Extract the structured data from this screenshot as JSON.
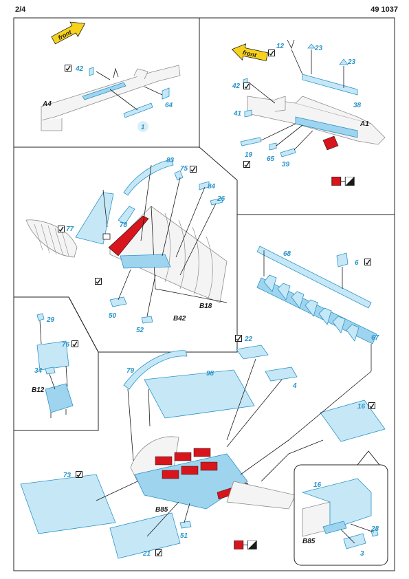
{
  "header": {
    "page": "2/4",
    "code": "49 1037"
  },
  "front_label": "front",
  "parts": {
    "p1": "1",
    "p3": "3",
    "p4": "4",
    "p6": "6",
    "p12": "12",
    "p16a": "16",
    "p16b": "16",
    "p19": "19",
    "p21": "21",
    "p22": "22",
    "p23a": "23",
    "p23b": "23",
    "p26": "26",
    "p28": "28",
    "p29": "29",
    "p34": "34",
    "p38": "38",
    "p39": "39",
    "p41": "41",
    "p42a": "42",
    "p42b": "42",
    "p50": "50",
    "p51": "51",
    "p52": "52",
    "p64": "64",
    "p65": "65",
    "p67": "67",
    "p68": "68",
    "p73": "73",
    "p75": "75",
    "p76": "76",
    "p77": "77",
    "p78": "78",
    "p79": "79",
    "p83": "83",
    "p84": "84",
    "p98": "98"
  },
  "assemblies": {
    "A1": "A1",
    "A4": "A4",
    "B12": "B12",
    "B18": "B18",
    "B42": "B42",
    "B85a": "B85",
    "B85b": "B85"
  },
  "icons": [
    "bend-icon",
    "paint-swatch-icon",
    "front-arrow-icon"
  ],
  "colors": {
    "etch_blue": "#2a94c9",
    "etch_fill": "#c6e7f6",
    "red": "#d8141c",
    "ink": "#1a1a1a"
  }
}
